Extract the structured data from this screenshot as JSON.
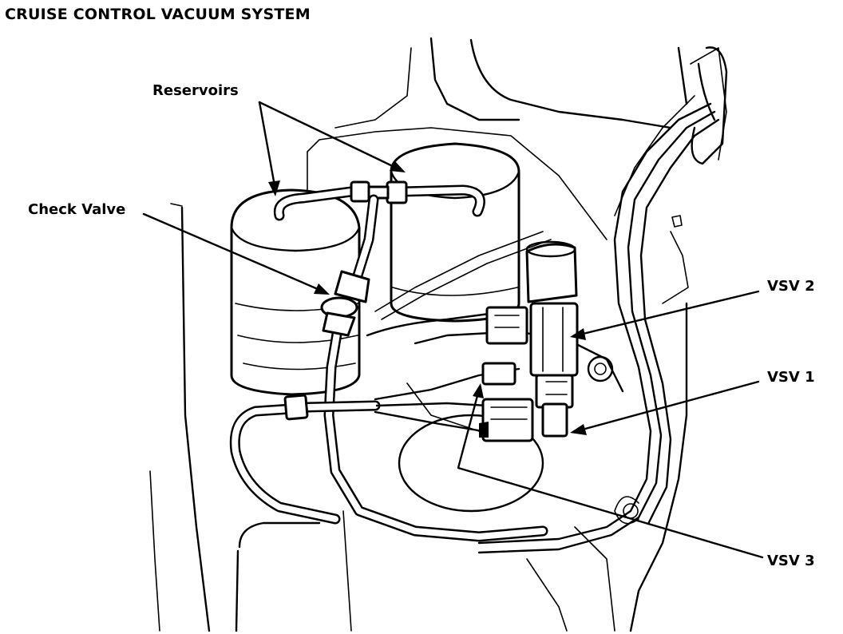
{
  "title": "CRUISE CONTROL VACUUM SYSTEM",
  "labels": {
    "reservoirs": "Reservoirs",
    "check_valve": "Check Valve",
    "vsv1": "VSV 1",
    "vsv2": "VSV 2",
    "vsv3": "VSV 3"
  }
}
